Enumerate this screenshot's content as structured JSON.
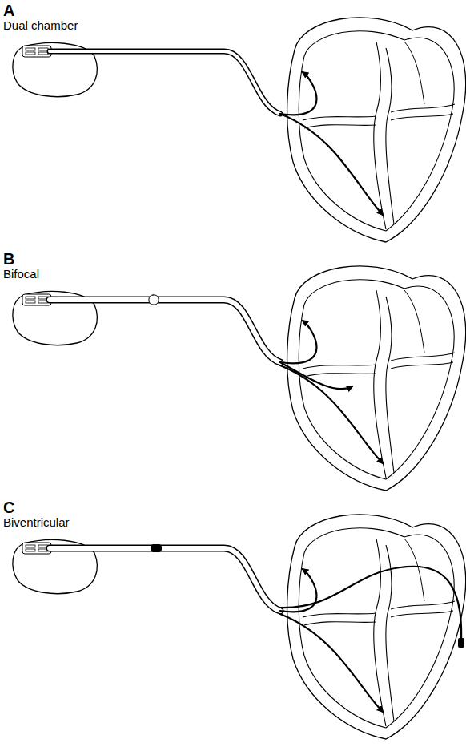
{
  "diagram": {
    "labels": [
      "A",
      "Dual chamber",
      "B",
      "Bifocal",
      "C",
      "Biventricular"
    ]
  }
}
